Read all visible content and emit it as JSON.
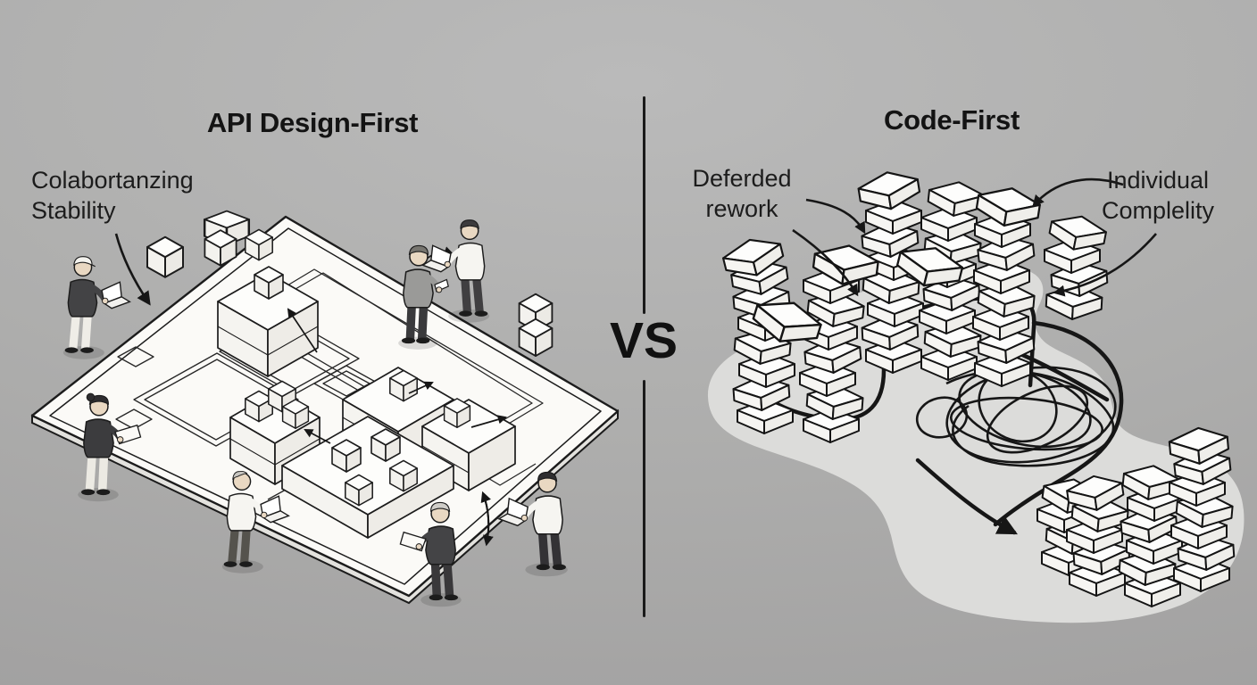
{
  "left_panel": {
    "title": "API Design-First",
    "annotation": {
      "line1": "Colabortanzing",
      "line2": "Stability"
    }
  },
  "divider": {
    "label": "VS"
  },
  "right_panel": {
    "title": "Code-First",
    "annotation_left": {
      "line1": "Deferded",
      "line2": "rework"
    },
    "annotation_right": {
      "line1": "Individual",
      "line2": "Complelity"
    }
  },
  "colors": {
    "background": "#aeaead",
    "ink": "#161616",
    "blueprint_paper": "#fbfaf7",
    "platform": "#dcdcda",
    "brick": "#fdfdfc",
    "dark_clothing": "#424244",
    "light_clothing": "#f6f5f1",
    "skin": "#e9d8c2"
  }
}
